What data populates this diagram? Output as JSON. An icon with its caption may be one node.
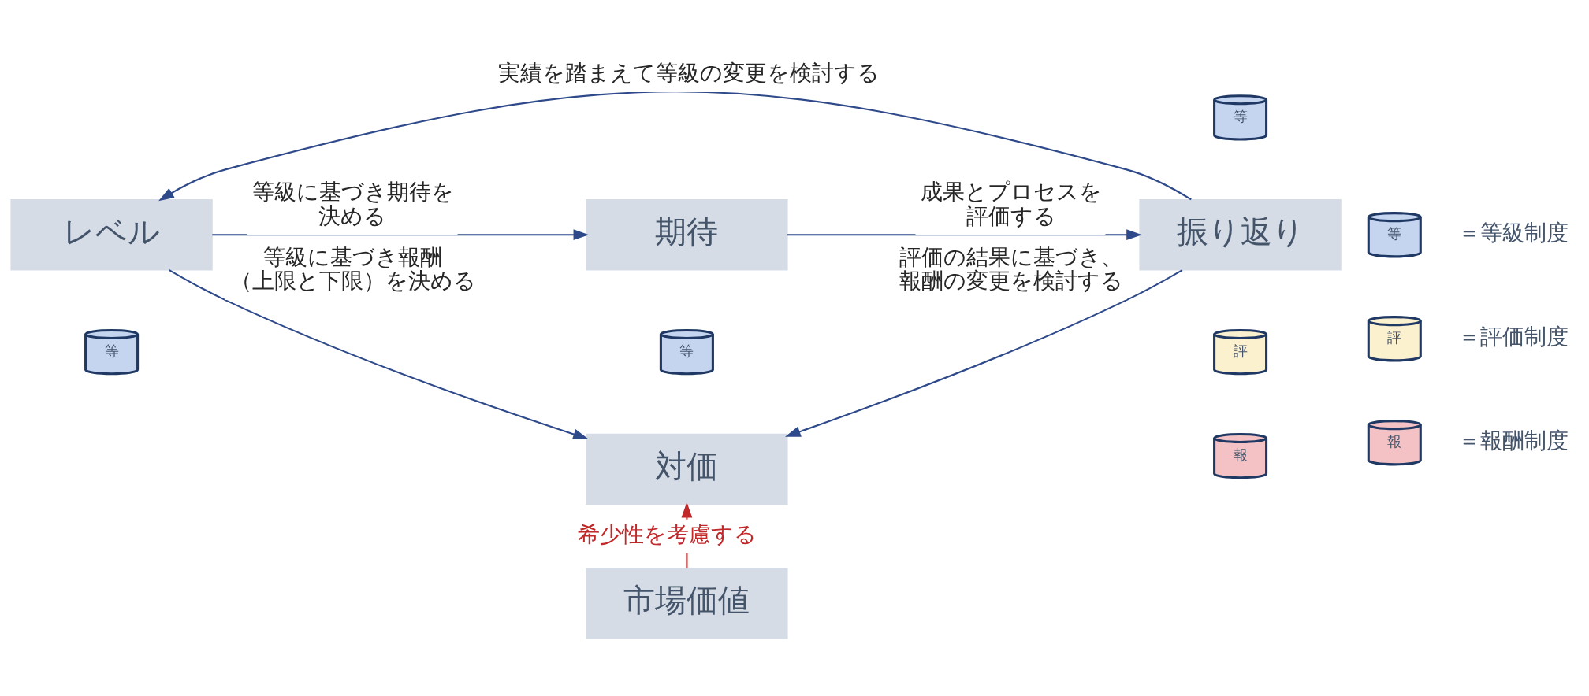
{
  "diagram": {
    "nodes": [
      {
        "text": [
          "レベル"
        ]
      },
      {
        "text": [
          "期待"
        ]
      },
      {
        "text": [
          "振り返り"
        ]
      },
      {
        "text": [
          "対価"
        ]
      },
      {
        "text": [
          "市場価値"
        ]
      },
      {
        "text": [
          "等"
        ]
      },
      {
        "text": [
          "等"
        ]
      },
      {
        "text": [
          "評"
        ]
      },
      {
        "text": [
          "等"
        ]
      },
      {
        "text": [
          "報"
        ]
      },
      {
        "text": [
          "等"
        ]
      },
      {
        "text": [
          "評"
        ]
      },
      {
        "text": [
          "報"
        ]
      }
    ],
    "edges": [
      {
        "from": 0,
        "to": 1,
        "arrow": "to",
        "label": "等級に基づき期待を決める"
      },
      {
        "from": 1,
        "to": 2,
        "arrow": "to",
        "label": "成果とプロセスを評価する"
      },
      {
        "from": 2,
        "to": 0,
        "arrow": "to",
        "label": "実績を踏まえて等級の変更を検討する"
      },
      {
        "from": 0,
        "to": 3,
        "arrow": "to",
        "label": "等級に基づき報酬（上限と下限）を決める"
      },
      {
        "from": 2,
        "to": 3,
        "arrow": "to",
        "label": "評価の結果に基づき、報酬の変更を検討する"
      },
      {
        "from": 4,
        "to": 3,
        "arrow": "to",
        "label": "希少性を考慮する",
        "color": "#c0282a"
      }
    ],
    "legend": [
      {
        "text": "＝等級制度",
        "color": "#c5d5f0"
      },
      {
        "text": "＝評価制度",
        "color": "#fcf1cf"
      },
      {
        "text": "＝報酬制度",
        "color": "#f4c2c4"
      }
    ]
  }
}
